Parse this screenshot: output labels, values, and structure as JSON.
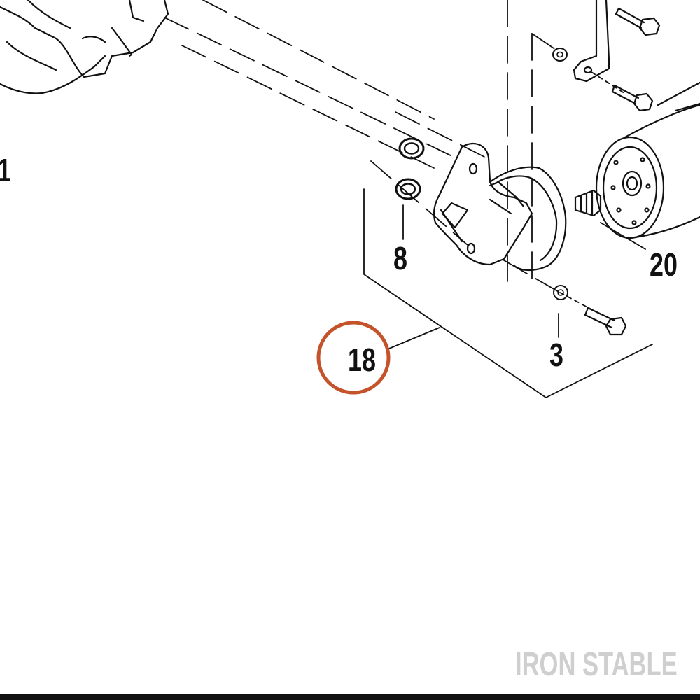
{
  "callouts": {
    "part_8": "8",
    "part_3": "3",
    "part_20": "20",
    "part_18": "18",
    "cut_off_left": "1"
  },
  "highlight": {
    "part": "18",
    "ring_color": "#C4532B"
  },
  "watermark": "IRON STABLE",
  "colors": {
    "line": "#111111",
    "watermark": "#cfcfcf",
    "background": "#ffffff"
  }
}
